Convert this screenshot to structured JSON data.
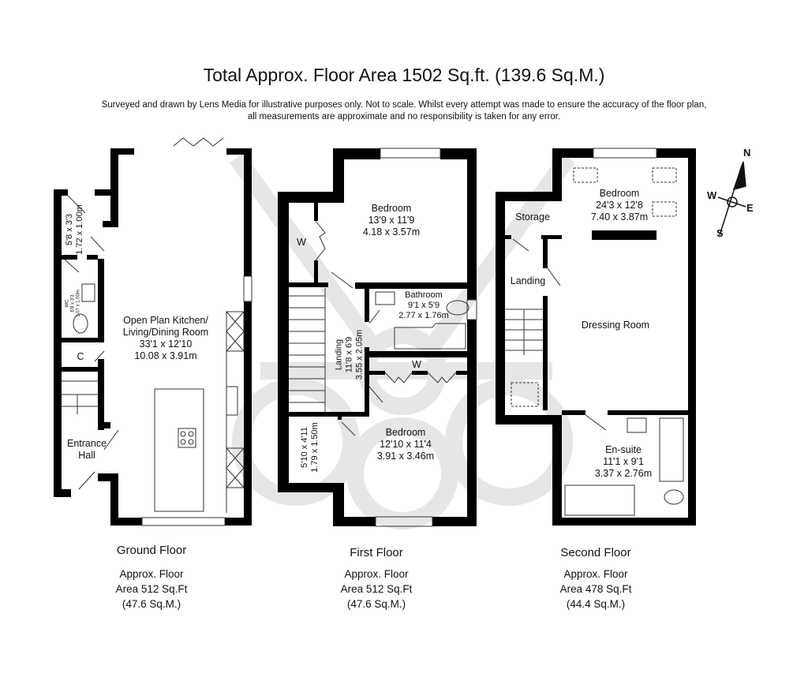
{
  "header": {
    "title": "Total Approx. Floor Area 1502 Sq.ft. (139.6 Sq.M.)",
    "disclaimer_line1": "Surveyed and drawn by Lens Media for illustrative purposes only. Not to scale. Whilst every attempt was made to ensure the accuracy of the floor plan,",
    "disclaimer_line2": "all measurements are approximate and no responsibility is taken for any error."
  },
  "compass": {
    "north": "N",
    "south": "S",
    "east": "E",
    "west": "W"
  },
  "floors": [
    {
      "name": "Ground Floor",
      "area_line1": "Approx. Floor",
      "area_line2": "Area 512 Sq.Ft",
      "area_line3": "(47.6 Sq.M.)",
      "rooms": {
        "kitchen": {
          "line1": "Open Plan Kitchen/",
          "line2": "Living/Dining Room",
          "imperial": "33'1 x 12'10",
          "metric": "10.08 x 3.91m"
        },
        "utility": {
          "imperial": "5'8 x 3'3",
          "metric": "1.72 x 1.00m"
        },
        "wc": {
          "name": "WC",
          "imperial": "6'8 x 3'3",
          "metric": "1.07 x 1.00m"
        },
        "cupboard": {
          "name": "C"
        },
        "entrance": {
          "line1": "Entrance",
          "line2": "Hall"
        }
      }
    },
    {
      "name": "First Floor",
      "area_line1": "Approx. Floor",
      "area_line2": "Area 512 Sq.Ft",
      "area_line3": "(47.6 Sq.M.)",
      "rooms": {
        "bedroom1": {
          "name": "Bedroom",
          "imperial": "13'9 x 11'9",
          "metric": "4.18 x 3.57m"
        },
        "wardrobe1": {
          "name": "W"
        },
        "bathroom": {
          "name": "Bathroom",
          "imperial": "9'1 x 5'9",
          "metric": "2.77 x 1.76m"
        },
        "landing": {
          "name": "Landing",
          "imperial": "11'8 x 6'9",
          "metric": "3.55 x 2.05m"
        },
        "wardrobe2": {
          "name": "W"
        },
        "bedroom2": {
          "name": "Bedroom",
          "imperial": "12'10 x 11'4",
          "metric": "3.91 x 3.46m"
        },
        "store": {
          "imperial": "5'10 x 4'11",
          "metric": "1.79 x 1.50m"
        }
      }
    },
    {
      "name": "Second Floor",
      "area_line1": "Approx. Floor",
      "area_line2": "Area 478 Sq.Ft",
      "area_line3": "(44.4 Sq.M.)",
      "rooms": {
        "bedroom": {
          "name": "Bedroom",
          "imperial": "24'3 x 12'8",
          "metric": "7.40 x 3.87m"
        },
        "storage": {
          "name": "Storage"
        },
        "landing": {
          "name": "Landing"
        },
        "dressing": {
          "name": "Dressing Room"
        },
        "ensuite": {
          "name": "En-suite",
          "imperial": "11'1 x 9'1",
          "metric": "3.37 x 2.76m"
        }
      }
    }
  ],
  "colors": {
    "wall": "#000000",
    "watermark": "#e3e3e3",
    "fixture": "#555555"
  }
}
